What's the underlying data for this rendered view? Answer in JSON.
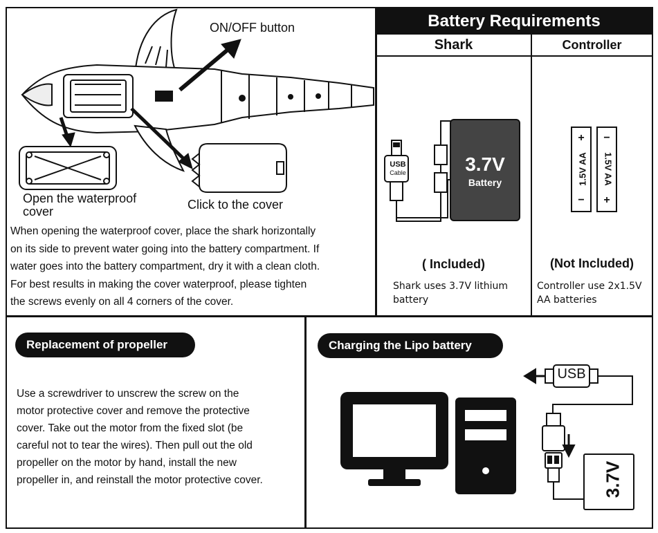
{
  "top_left": {
    "on_off_label": "ON/OFF button",
    "open_cover_label_line1": "Open the waterproof",
    "open_cover_label_line2": "cover",
    "click_cover_label": "Click to the cover",
    "instructions": [
      "When opening the waterproof cover, place the shark horizontally",
      "on its side to prevent water going into the battery compartment. If",
      "water goes into the battery compartment, dry it with a clean cloth.",
      "For best results in making the cover waterproof, please tighten",
      "the screws evenly on all 4 corners of the cover."
    ]
  },
  "battery": {
    "title": "Battery Requirements",
    "shark_header": "Shark",
    "controller_header": "Controller",
    "usb_text": "USB",
    "cable_text": "Cable",
    "voltage_text": "3.7V",
    "battery_text": "Battery",
    "aa_label": "1.5V AA",
    "plus_sign": "+",
    "minus_sign": "−",
    "shark_included": "( Included)",
    "controller_included": "(Not Included)",
    "shark_caption_line1": "Shark uses 3.7V lithium",
    "shark_caption_line2": "battery",
    "controller_caption_line1": "Controller use 2x1.5V",
    "controller_caption_line2": "AA batteries"
  },
  "propeller": {
    "title": "Replacement of propeller",
    "instructions": [
      "Use a screwdriver to unscrew the screw on the",
      "motor protective  cover and remove the protective",
      "cover. Take out the motor from the fixed slot (be",
      "careful  not to tear the wires). Then pull out the old",
      "propeller on the motor by hand, install the new",
      "propeller in, and reinstall the motor protective cover."
    ]
  },
  "charging": {
    "title": "Charging the Lipo battery",
    "usb_text": "USB",
    "voltage_text": "3.7V"
  }
}
